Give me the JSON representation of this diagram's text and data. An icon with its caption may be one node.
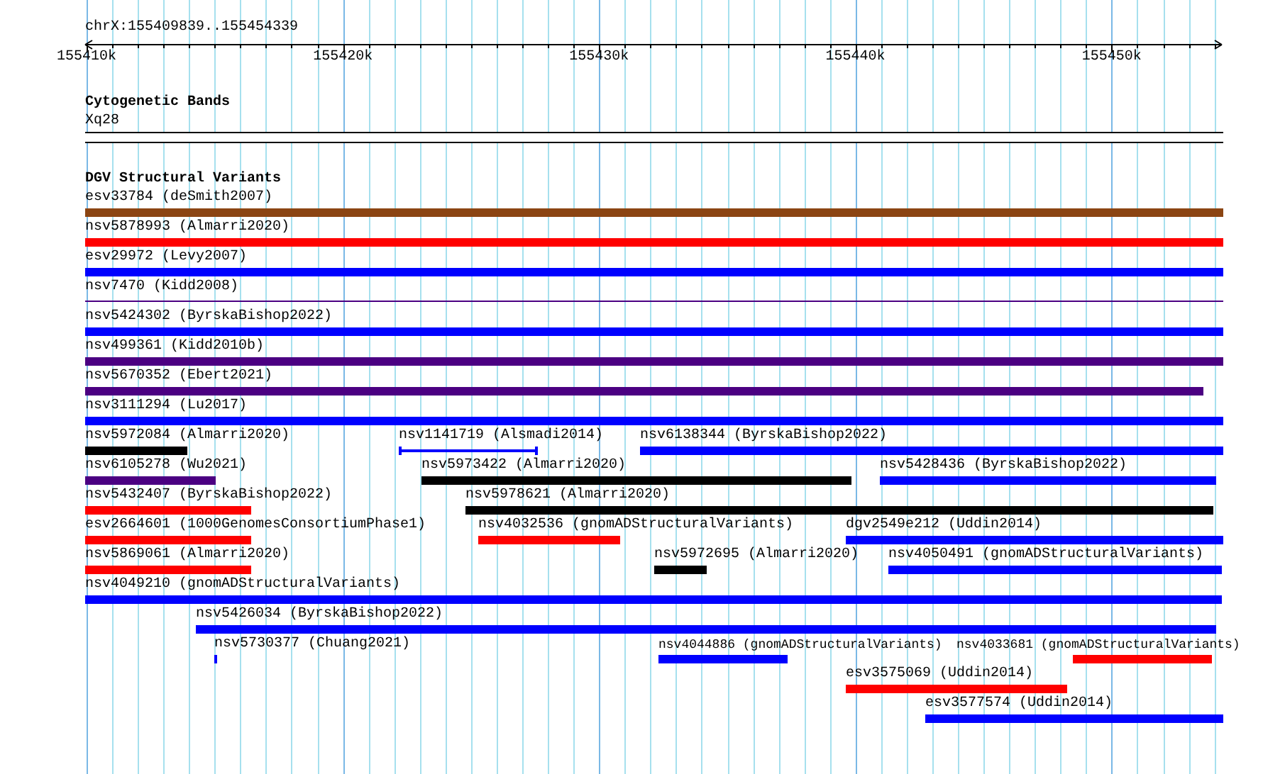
{
  "diagram": {
    "nodes": [
      {
        "text": [
          "Xq28"
        ]
      },
      {
        "text": [
          "esv33784 (deSmith2007)"
        ]
      },
      {
        "text": [
          "nsv5878993 (Almarri2020)"
        ]
      },
      {
        "text": [
          "esv29972 (Levy2007)"
        ]
      },
      {
        "text": [
          "nsv7470 (Kidd2008)"
        ]
      },
      {
        "text": [
          "nsv5424302 (ByrskaBishop2022)"
        ]
      },
      {
        "text": [
          "nsv499361 (Kidd2010b)"
        ]
      },
      {
        "text": [
          "nsv5670352 (Ebert2021)"
        ]
      },
      {
        "text": [
          "nsv3111294 (Lu2017)"
        ]
      },
      {
        "text": [
          "nsv5972084 (Almarri2020)"
        ]
      },
      {
        "text": [
          "nsv1141719 (Alsmadi2014)"
        ]
      },
      {
        "text": [
          "nsv6138344 (ByrskaBishop2022)"
        ]
      },
      {
        "text": [
          "nsv6105278 (Wu2021)"
        ]
      },
      {
        "text": [
          "nsv5973422 (Almarri2020)"
        ]
      },
      {
        "text": [
          "nsv5428436 (ByrskaBishop2022)"
        ]
      },
      {
        "text": [
          "nsv5432407 (ByrskaBishop2022)"
        ]
      },
      {
        "text": [
          "nsv5978621 (Almarri2020)"
        ]
      },
      {
        "text": [
          "esv2664601 (1000GenomesConsortiumPhase1)"
        ]
      },
      {
        "text": [
          "nsv4032536 (gnomADStructuralVariants)"
        ]
      },
      {
        "text": [
          "dgv2549e212 (Uddin2014)"
        ]
      },
      {
        "text": [
          "nsv5869061 (Almarri2020)"
        ]
      },
      {
        "text": [
          "nsv5972695 (Almarri2020)"
        ]
      },
      {
        "text": [
          "nsv4050491 (gnomADStructuralVariants)"
        ]
      },
      {
        "text": [
          "nsv4049210 (gnomADStructuralVariants)"
        ]
      },
      {
        "text": [
          "nsv5426034 (ByrskaBishop2022)"
        ]
      },
      {
        "text": [
          "nsv5730377 (Chuang2021)"
        ]
      },
      {
        "text": [
          "nsv4044886 (gnomADStructuralVariants)"
        ]
      },
      {
        "text": [
          "nsv4033681 (gnomADStructuralVariants)"
        ]
      },
      {
        "text": [
          "esv3575069 (Uddin2014)"
        ]
      },
      {
        "text": [
          "esv3577574 (Uddin2014)"
        ]
      }
    ],
    "labels": [
      "chrX:155409839..155454339",
      "155410k",
      "155420k",
      "155430k",
      "155440k",
      "155450k",
      "Cytogenetic Bands",
      "DGV Structural Variants"
    ]
  }
}
